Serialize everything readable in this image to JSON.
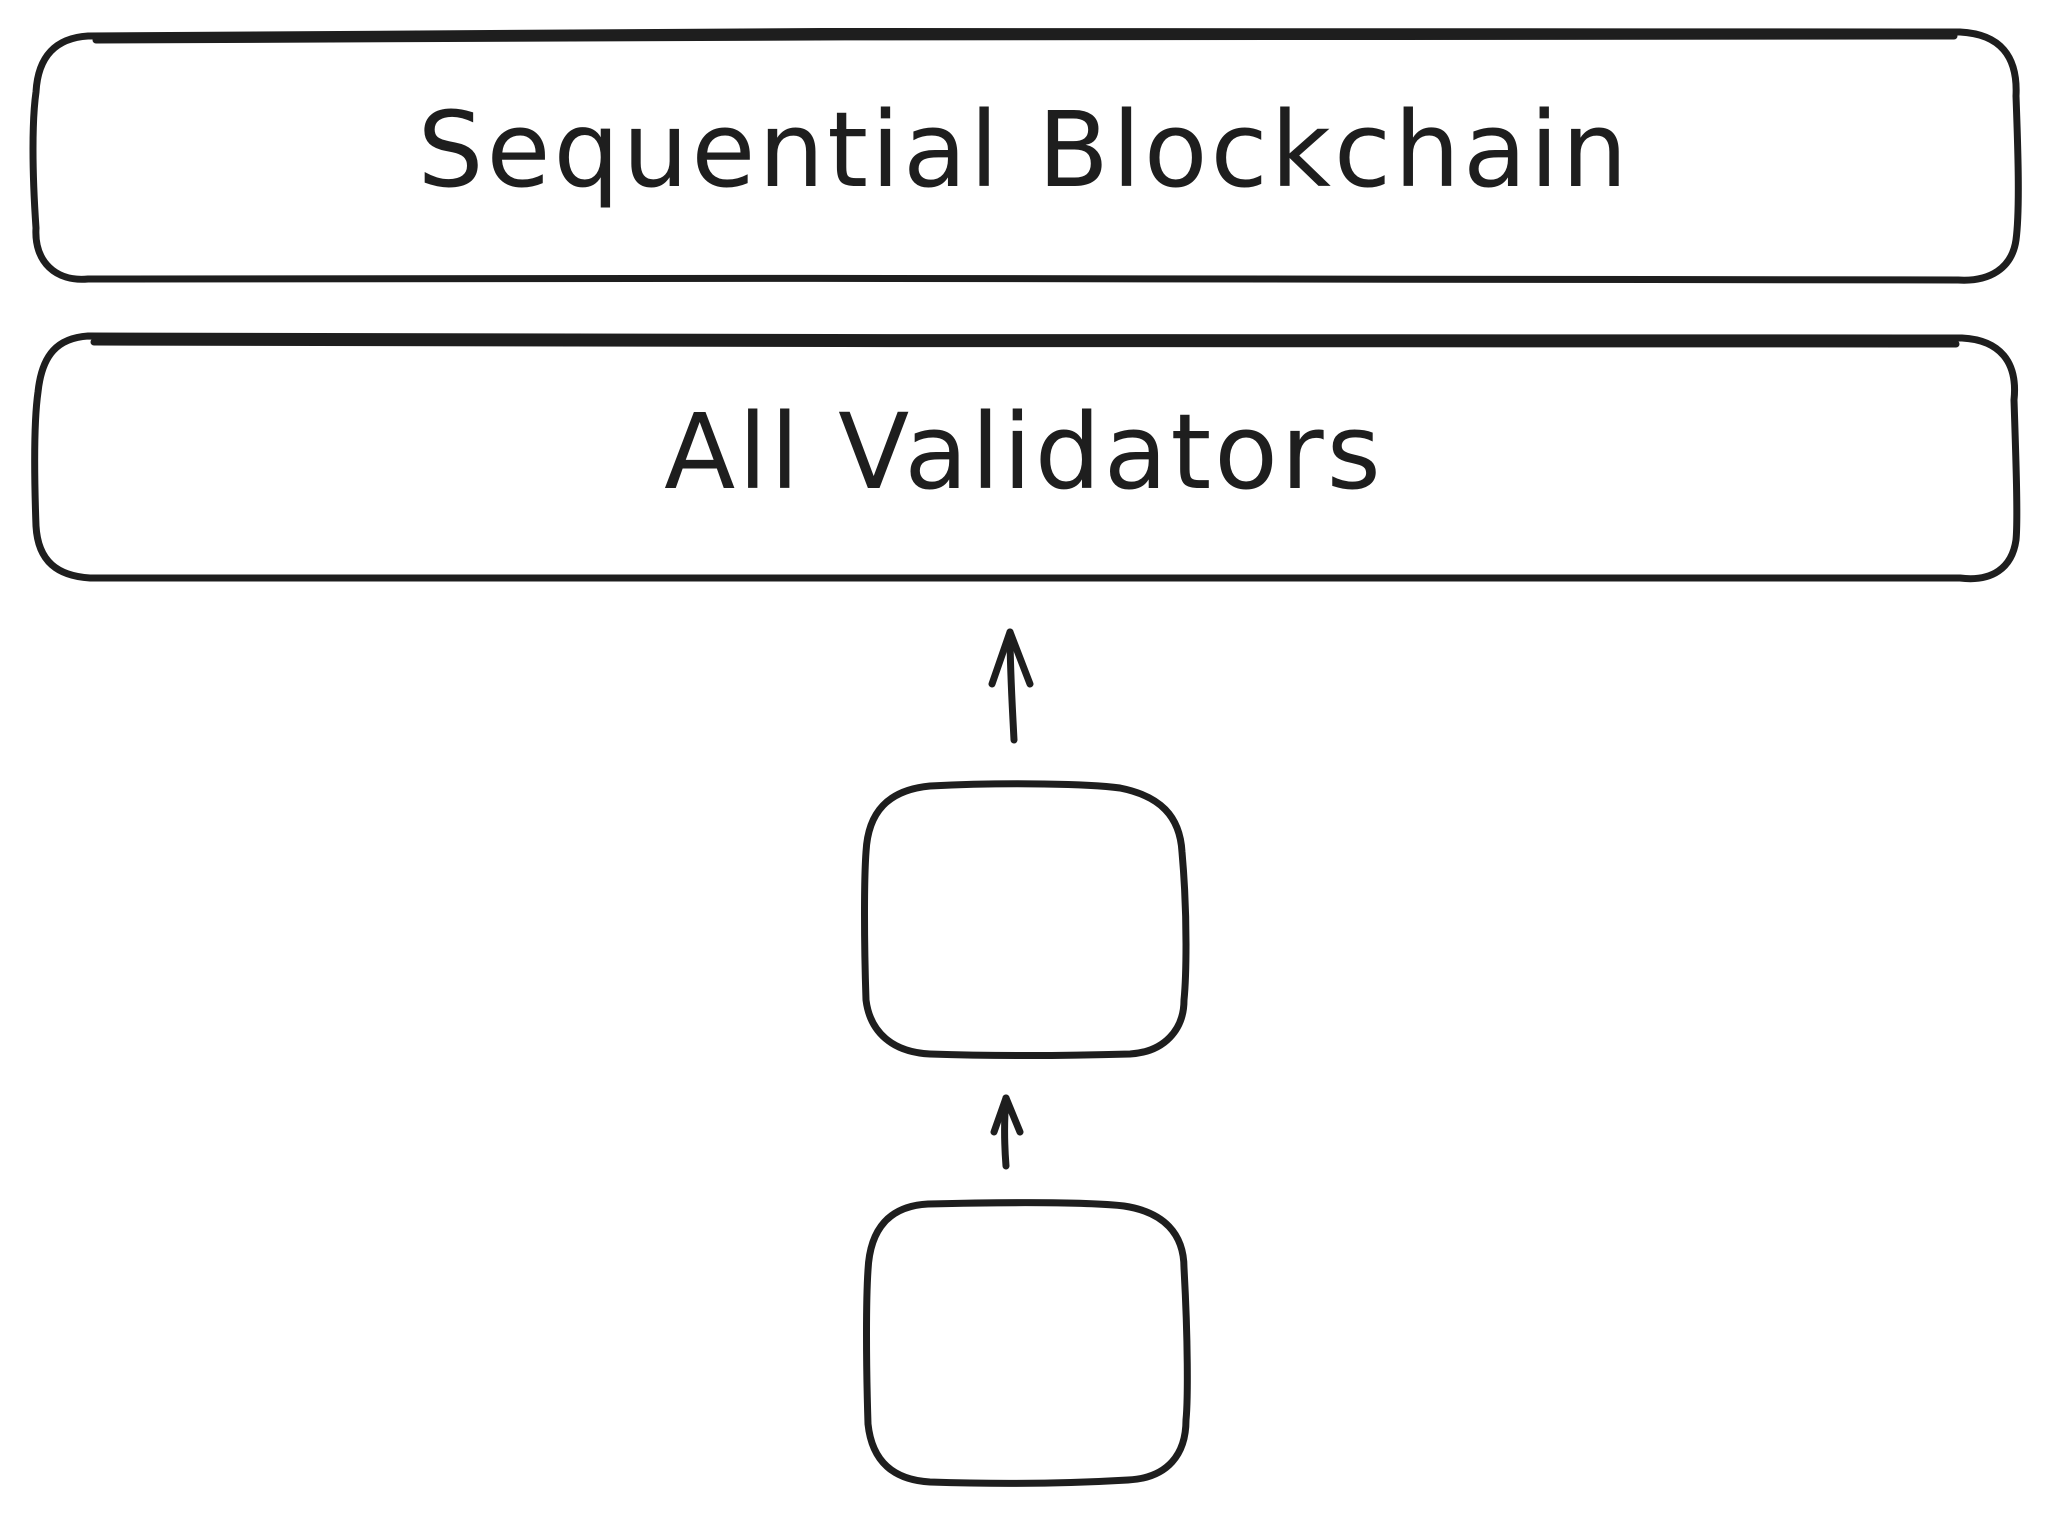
{
  "diagram": {
    "nodes": [
      {
        "id": "sequential-blockchain",
        "label": "Sequential Blockchain",
        "shape": "rounded-rect"
      },
      {
        "id": "all-validators",
        "label": "All Validators",
        "shape": "rounded-rect"
      },
      {
        "id": "middle-block",
        "label": "",
        "shape": "rounded-rect"
      },
      {
        "id": "bottom-block",
        "label": "",
        "shape": "rounded-rect"
      }
    ],
    "edges": [
      {
        "from": "middle-block",
        "to": "all-validators"
      },
      {
        "from": "bottom-block",
        "to": "middle-block"
      }
    ],
    "colors": {
      "stroke": "#1e1e1e",
      "background": "#ffffff"
    }
  }
}
